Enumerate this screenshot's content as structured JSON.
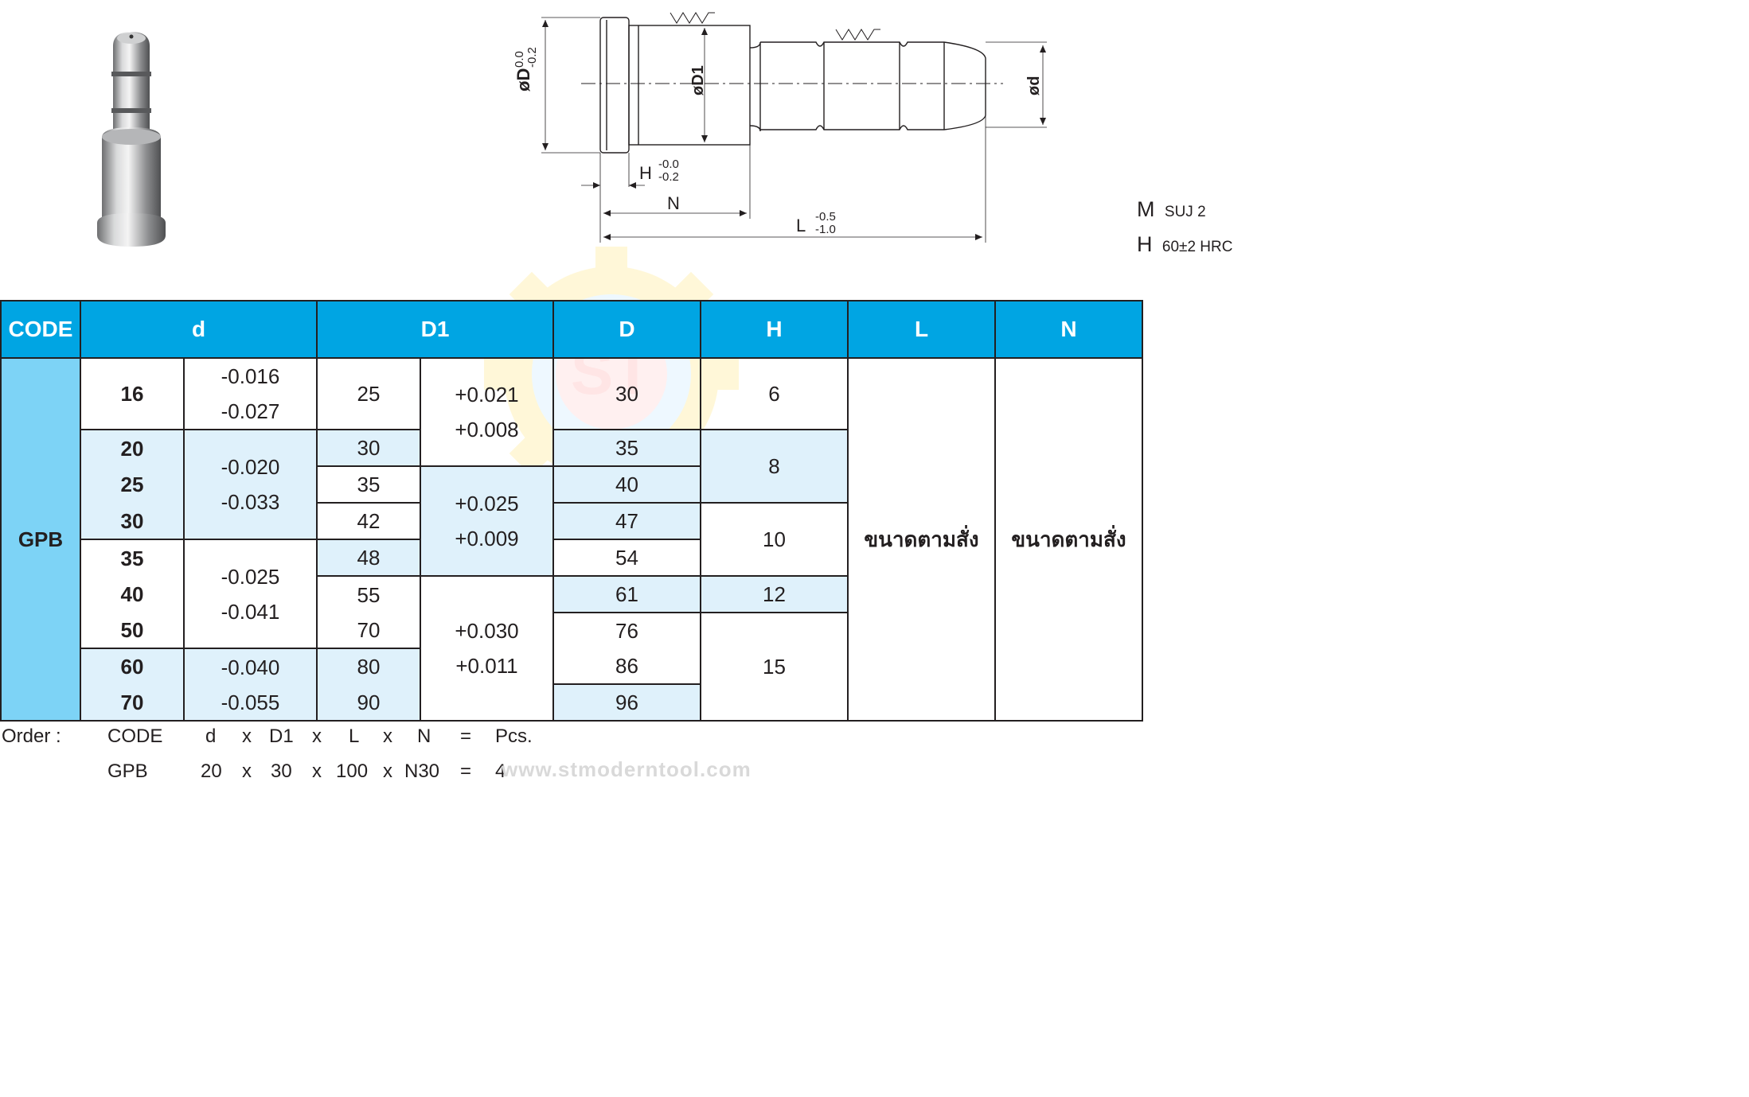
{
  "drawing": {
    "D_label": "øD",
    "D_tol_upper": "0.0",
    "D_tol_lower": "-0.2",
    "D1_label": "øD1",
    "d_label": "ød",
    "H_label": "H",
    "H_tol_upper": "-0.0",
    "H_tol_lower": "-0.2",
    "N_label": "N",
    "L_label": "L",
    "L_tol_upper": "-0.5",
    "L_tol_lower": "-1.0"
  },
  "material": {
    "m_key": "M",
    "m_value": "SUJ 2",
    "h_key": "H",
    "h_value": "60±2 HRC"
  },
  "table": {
    "headers": [
      "CODE",
      "d",
      "D1",
      "D",
      "H",
      "L",
      "N"
    ],
    "code": "GPB",
    "d_values": [
      "16",
      "20",
      "25",
      "30",
      "35",
      "40",
      "50",
      "60",
      "70"
    ],
    "d_tols": [
      [
        "-0.016",
        "-0.027"
      ],
      [
        "-0.020",
        "-0.033"
      ],
      [
        "-0.025",
        "-0.041"
      ],
      [
        "-0.040",
        "-0.055"
      ]
    ],
    "D1_values": [
      "25",
      "30",
      "35",
      "42",
      "48",
      "55",
      "70",
      "80",
      "90"
    ],
    "D1_tols": [
      [
        "+0.021",
        "+0.008"
      ],
      [
        "+0.025",
        "+0.009"
      ],
      [
        "+0.030",
        "+0.011"
      ]
    ],
    "D_values": [
      "30",
      "35",
      "40",
      "47",
      "54",
      "61",
      "76",
      "86",
      "96"
    ],
    "H_values": [
      "6",
      "8",
      "10",
      "12",
      "15"
    ],
    "L_value": "ขนาดตามสั่ง",
    "N_value": "ขนาดตามสั่ง"
  },
  "order": {
    "label": "Order :",
    "format": [
      "CODE",
      "d",
      "x",
      "D1",
      "x",
      "L",
      "x",
      "N",
      "=",
      "Pcs."
    ],
    "example": [
      "GPB",
      "20",
      "x",
      "30",
      "x",
      "100",
      "x",
      "N30",
      "=",
      "4"
    ]
  },
  "website": "www.stmoderntool.com",
  "colors": {
    "header": "#00a5e3",
    "code_col": "#7dd3f6",
    "highlight": "#dff1fb"
  }
}
